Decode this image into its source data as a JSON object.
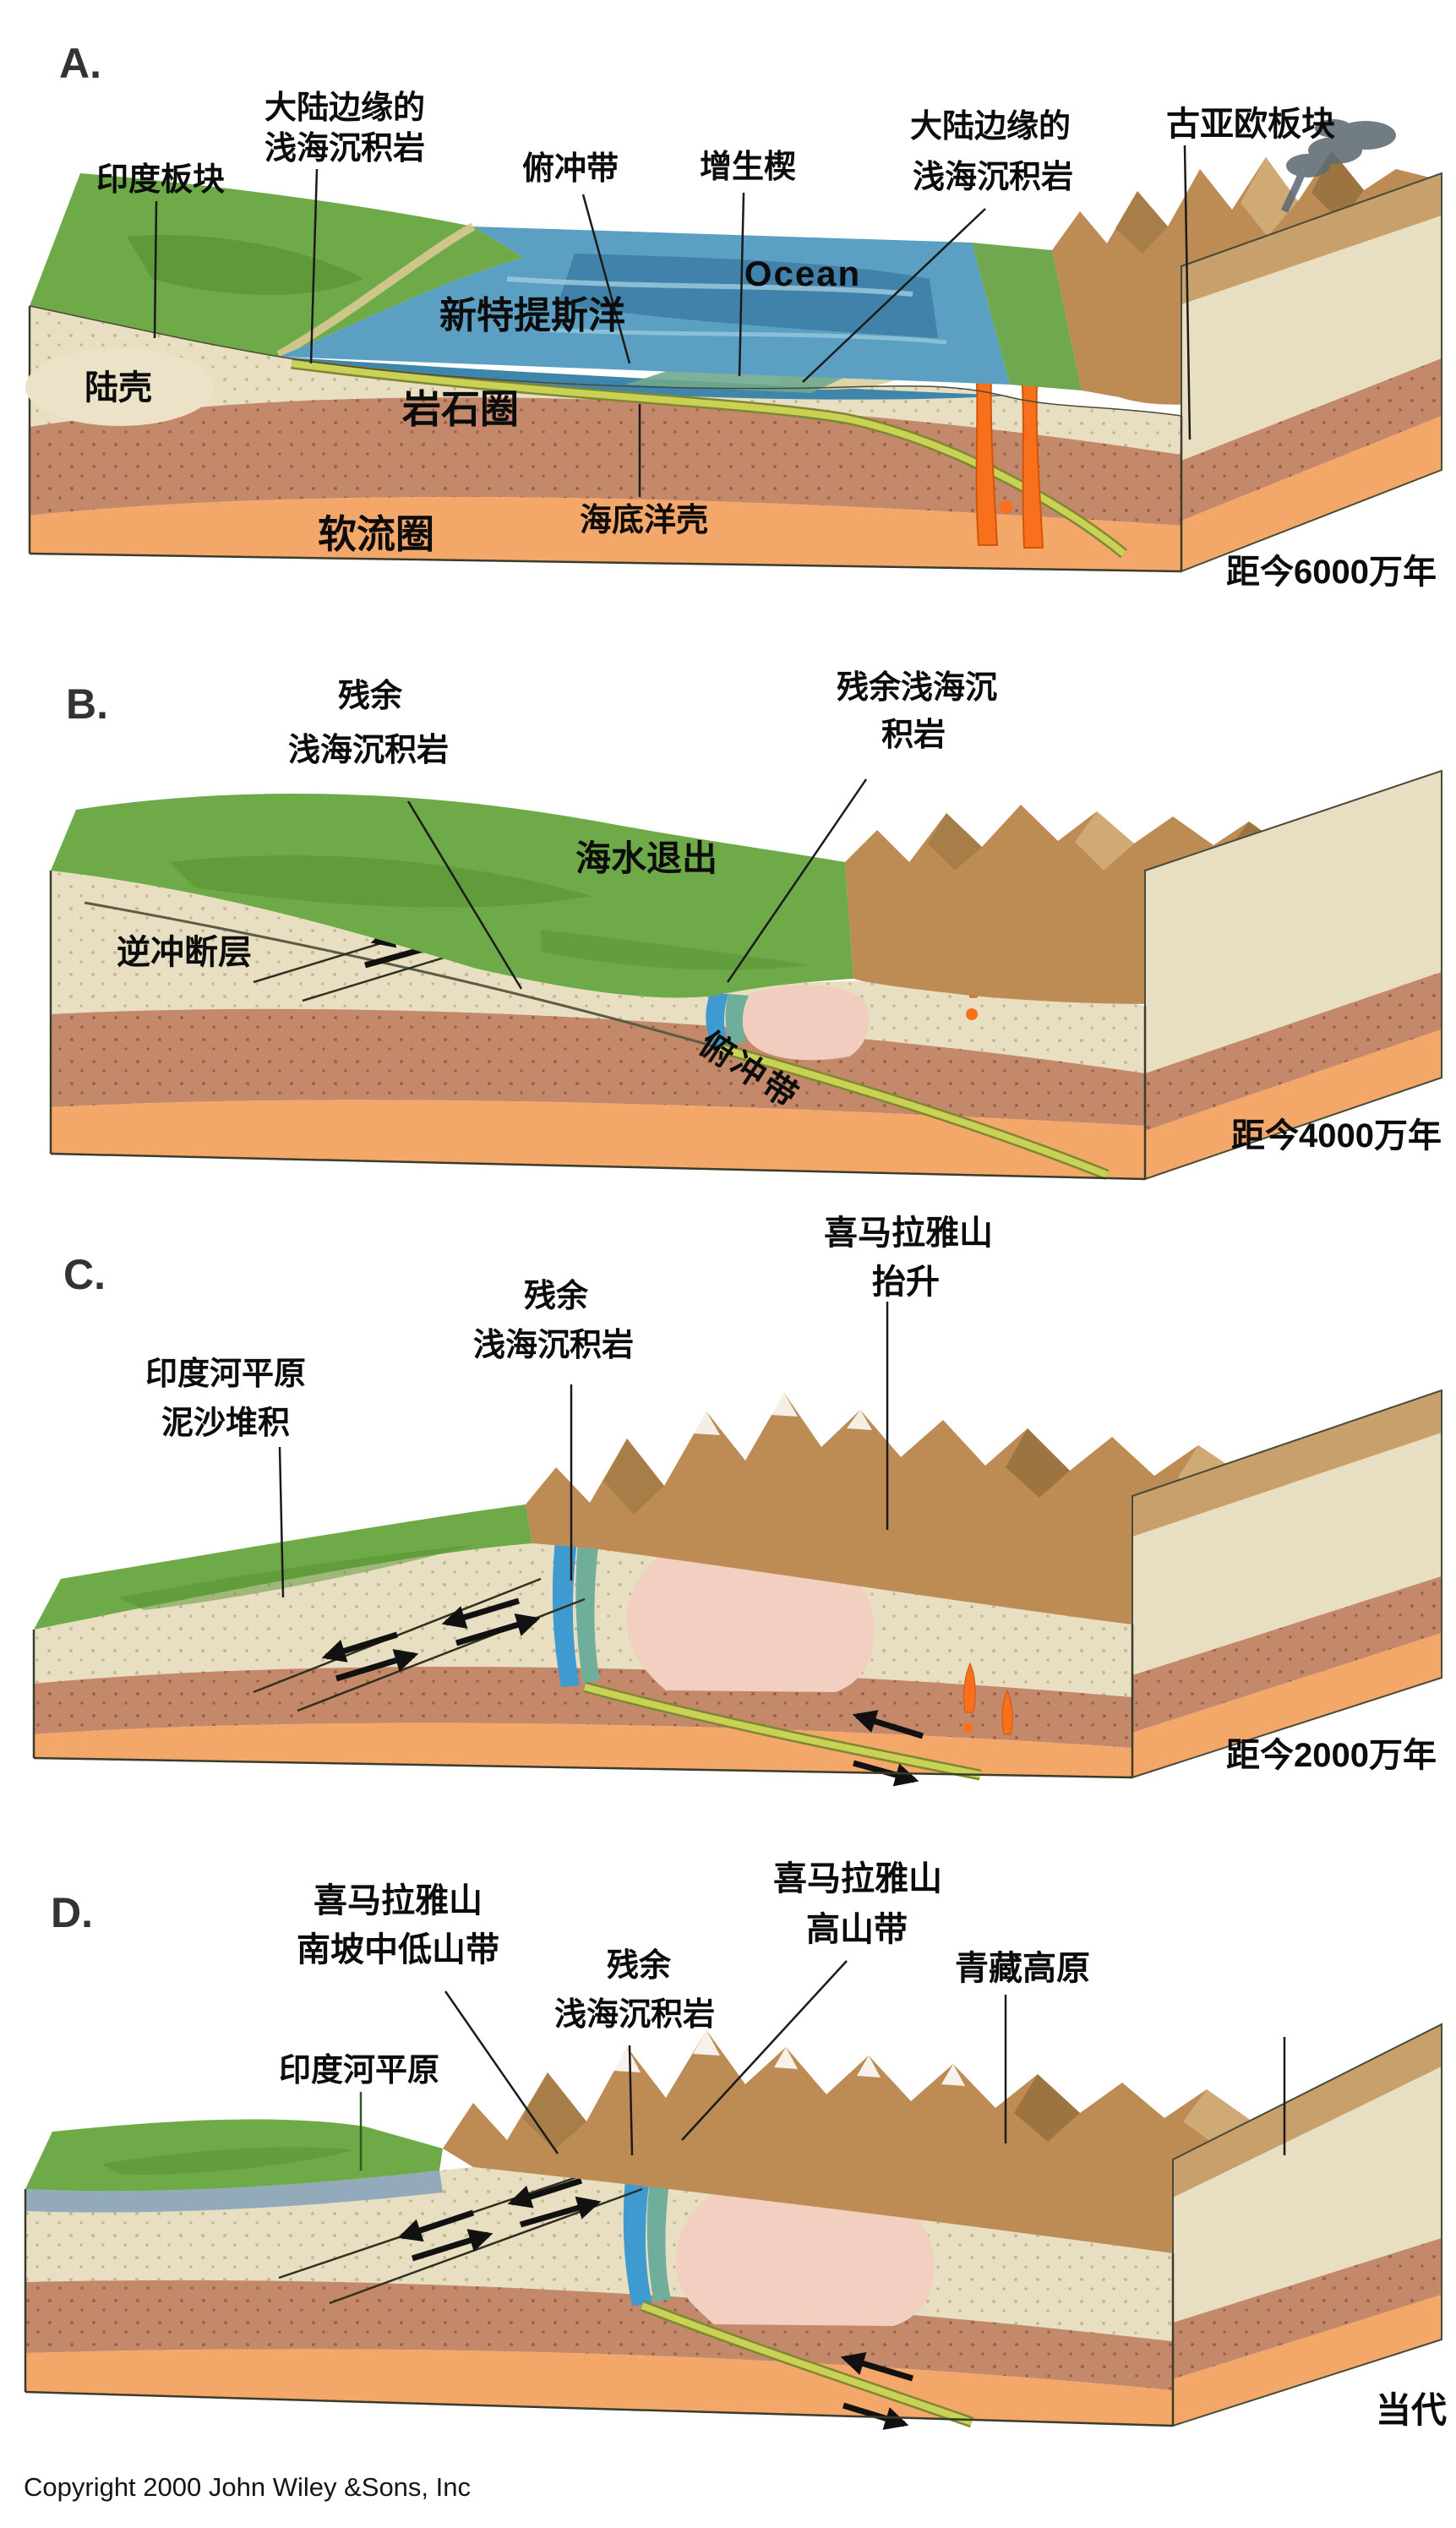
{
  "panel_a": {
    "letter": "A.",
    "india_plate": "印度板块",
    "margin_sediment_left_line1": "大陆边缘的",
    "margin_sediment_left_line2": "浅海沉积岩",
    "subduction_zone": "俯冲带",
    "accretionary_wedge": "增生楔",
    "margin_sediment_right_line1": "大陆边缘的",
    "margin_sediment_right_line2": "浅海沉积岩",
    "paleo_eurasian_plate": "古亚欧板块",
    "ocean_en": "Ocean",
    "neo_tethys_ocean": "新特提斯洋",
    "continental_crust": "陆壳",
    "lithosphere": "岩石圈",
    "asthenosphere": "软流圈",
    "seafloor_oceanic_crust": "海底洋壳",
    "time": "距今6000万年"
  },
  "panel_b": {
    "letter": "B.",
    "residual_sediment_line1": "残余",
    "residual_sediment_line2": "浅海沉积岩",
    "residual_sediment_right_line1": "残余浅海沉",
    "residual_sediment_right_line2": "积岩",
    "sea_retreat": "海水退出",
    "thrust_fault": "逆冲断层",
    "subduction_zone": "俯冲带",
    "time": "距今4000万年"
  },
  "panel_c": {
    "letter": "C.",
    "indus_plain_line1": "印度河平原",
    "indus_plain_line2": "泥沙堆积",
    "residual_sediment_line1": "残余",
    "residual_sediment_line2": "浅海沉积岩",
    "himalaya_uplift_line1": "喜马拉雅山",
    "himalaya_uplift_line2": "抬升",
    "time": "距今2000万年"
  },
  "panel_d": {
    "letter": "D.",
    "himalaya_low_line1": "喜马拉雅山",
    "himalaya_low_line2": "南坡中低山带",
    "residual_sediment_line1": "残余",
    "residual_sediment_line2": "浅海沉积岩",
    "himalaya_high_line1": "喜马拉雅山",
    "himalaya_high_line2": "高山带",
    "tibetan_plateau": "青藏高原",
    "indus_plain": "印度河平原",
    "time": "当代"
  },
  "footer": {
    "copyright": "Copyright 2000 John Wiley &Sons, Inc"
  },
  "colors": {
    "ocean": "#4e96bf",
    "ocean_deep": "#3a7aa2",
    "land_green": "#6faa48",
    "mountain_brown": "#bd8c55",
    "crust_cream": "#e8dfc2",
    "lithosphere_brown": "#c4886a",
    "asthenosphere_orange": "#f3a768",
    "oceanic_slab_green": "#c9d255",
    "magma_orange": "#f8701c",
    "label_red": "#cc1504",
    "label_yellow": "#f2e713",
    "ocean_text_blue": "#2b4860"
  }
}
